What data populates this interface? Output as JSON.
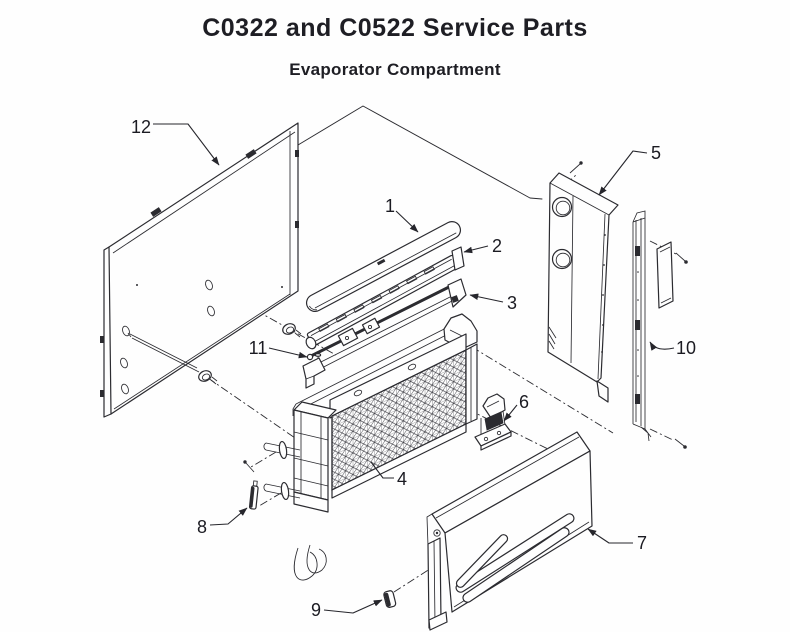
{
  "page": {
    "title": "C0322 and C0522 Service Parts",
    "subtitle": "Evaporator Compartment"
  },
  "colors": {
    "background": "#fefefe",
    "line": "#2b2b30",
    "text": "#1e1e24"
  },
  "diagram": {
    "type": "exploded-parts-illustration",
    "parts": [
      {
        "number": "1"
      },
      {
        "number": "2"
      },
      {
        "number": "3"
      },
      {
        "number": "4"
      },
      {
        "number": "5"
      },
      {
        "number": "6"
      },
      {
        "number": "7"
      },
      {
        "number": "8"
      },
      {
        "number": "9"
      },
      {
        "number": "10"
      },
      {
        "number": "11"
      },
      {
        "number": "12"
      }
    ]
  }
}
